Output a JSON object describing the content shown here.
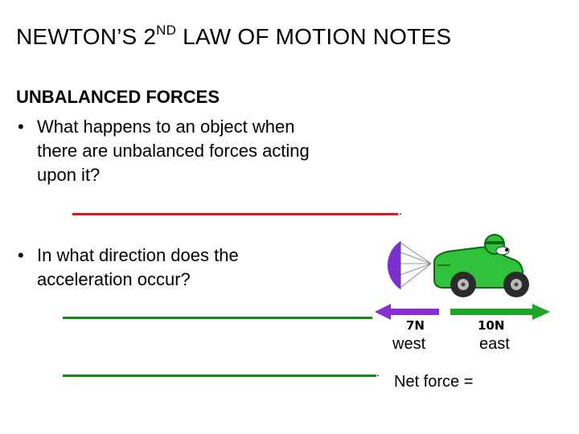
{
  "slide": {
    "title_main": "NEWTON’S 2",
    "title_sup": "ND",
    "title_rest": " LAW OF MOTION NOTES",
    "section_heading": "UNBALANCED FORCES",
    "bullet_symbol": "•",
    "bullet1": {
      "line1": "What happens to an object when",
      "line2": "there are unbalanced forces acting",
      "line3": "upon it?"
    },
    "bullet2": {
      "line1": "In what direction does the",
      "line2": "acceleration occur?"
    },
    "answer_line_colors": {
      "first": "#e8131b",
      "second": "#178a1a",
      "third": "#178a1a"
    },
    "trailing_period": "."
  },
  "diagram": {
    "left_force_label": "7N",
    "right_force_label": "10N",
    "west_label": "west",
    "east_label": "east",
    "net_force_label": "Net force =",
    "colors": {
      "left_arrow": "#8a2fd6",
      "right_arrow": "#1fa52a",
      "car_body": "#2fc23a",
      "parachute": "#7b2fd0"
    }
  }
}
